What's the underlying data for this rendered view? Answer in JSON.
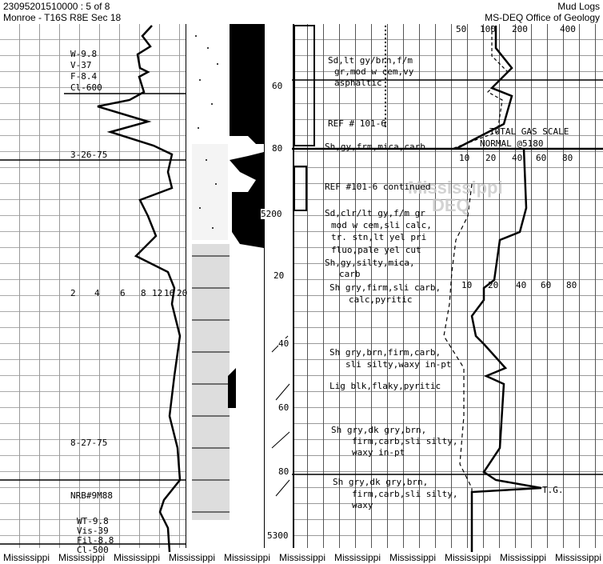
{
  "header": {
    "doc_id": "23095201510000 : 5 of 8",
    "location": "Monroe - T16S R8E Sec 18",
    "doc_type": "Mud Logs",
    "agency": "MS-DEQ Office of Geology"
  },
  "left_track": {
    "mud_props_top": [
      "W-9.8",
      "V-37",
      "F-8.4",
      "Cl-600"
    ],
    "date_1": "3-26-75",
    "scale": [
      "2",
      "4",
      "6",
      "8",
      "12",
      "16",
      "20"
    ],
    "date_2": "8-27-75",
    "bit": "NRB#9M88",
    "mud_props_bottom": [
      "WT-9.8",
      "Vis-39",
      "Fil-8.8",
      "Cl-500"
    ]
  },
  "depth_labels": [
    "60",
    "80",
    "5200",
    "20",
    "40",
    "60",
    "80",
    "5300"
  ],
  "gas_scale": {
    "top": [
      "50",
      "100",
      "200",
      "400"
    ],
    "title": "TOTAL GAS SCALE",
    "normal": "NORMAL @5180",
    "ticks_1": [
      "10",
      "20",
      "40",
      "60",
      "80"
    ],
    "ticks_2": [
      "10",
      "20",
      "40",
      "60",
      "80"
    ],
    "tg_label": "T.G."
  },
  "remarks": [
    "Sd,lt gy/brn,f/m",
    "gr,mod w cem,vy",
    "asphaltic",
    "REF # 101-6",
    "Sh,gy,frm,mica,carb",
    "REF #101-6 continued",
    "Sd,clr/lt gy,f/m gr",
    "mod w cem,sli calc,",
    "tr. stn,lt yel pri",
    "fluo,pale yel cut",
    "Sh,gy,silty,mica,",
    "carb",
    "Sh gry,firm,sli carb,",
    "calc,pyritic",
    "Sh gry,brn,firm,carb,",
    "sli silty,waxy in-pt",
    "Lig blk,flaky,pyritic",
    "Sh gry,dk gry,brn,",
    "firm,carb,sli silty,",
    "waxy in-pt",
    "Sh gry,dk gry,brn,",
    "firm,carb,sli silty,",
    "waxy"
  ],
  "watermark": {
    "line1": "Mississippi",
    "line2": "DEQ"
  },
  "footer": [
    "Mississippi",
    "Mississippi",
    "Mississippi",
    "Mississippi",
    "Mississippi",
    "Mississippi",
    "Mississippi",
    "Mississippi",
    "Mississippi",
    "Mississippi",
    "Mississippi"
  ]
}
